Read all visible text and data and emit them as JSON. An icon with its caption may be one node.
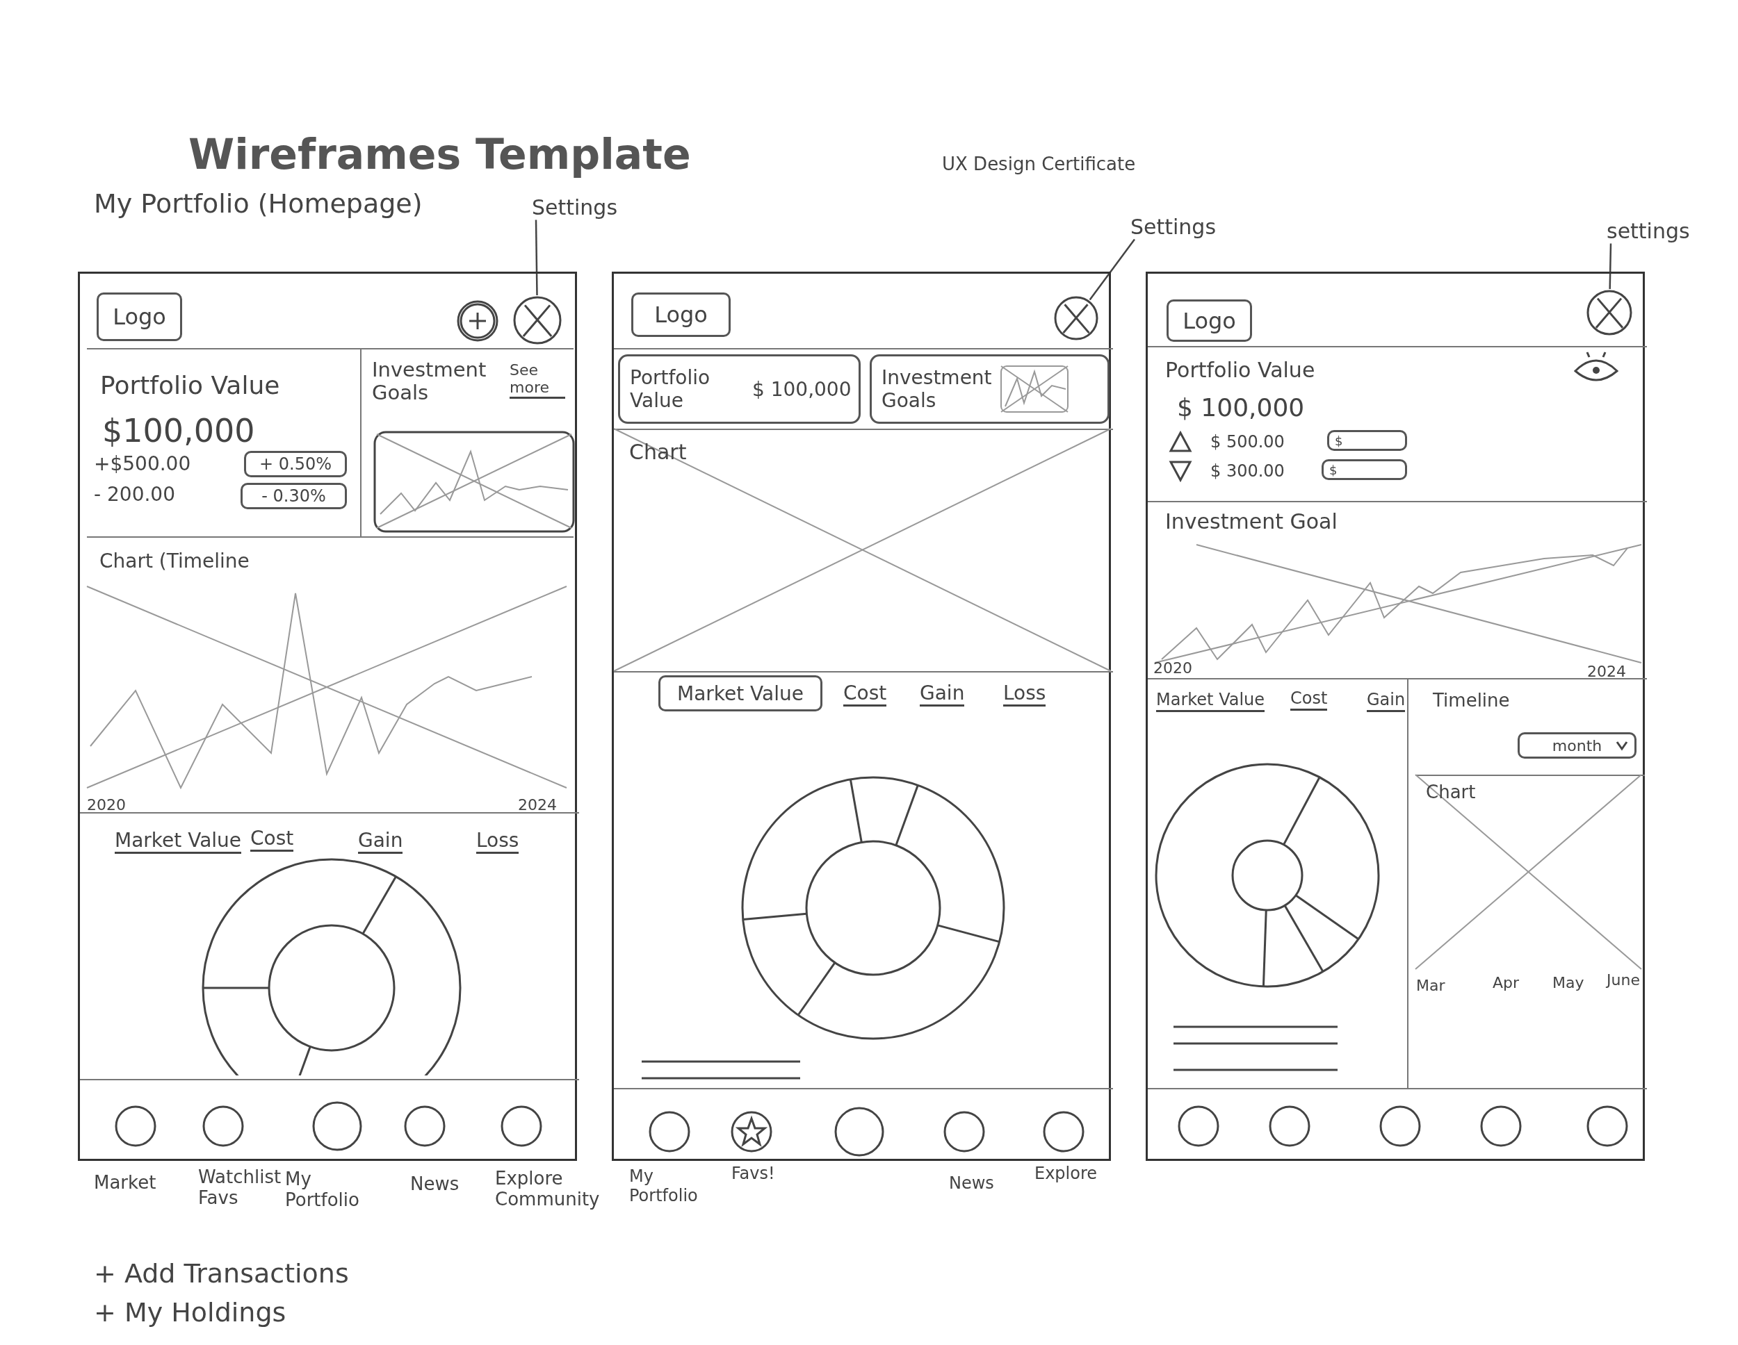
{
  "diagram": {
    "title": "Wireframes Template",
    "nodes": [
      {
        "text": [
          "Settings"
        ]
      },
      {
        "text": [
          "Settings"
        ]
      },
      {
        "text": [
          "settings"
        ]
      },
      {
        "text": [],
        "shape": "box"
      },
      {
        "text": [
          "Logo"
        ],
        "in": 3
      },
      {
        "text": [],
        "shape": "circle",
        "in": 3
      },
      {
        "text": [
          "+ 0.50%"
        ],
        "in": 3
      },
      {
        "text": [
          "- 0.30%"
        ],
        "in": 3
      },
      {
        "text": [],
        "shape": "box"
      },
      {
        "text": [
          "Logo"
        ],
        "in": 8
      },
      {
        "text": [],
        "shape": "circle",
        "in": 8
      },
      {
        "text": [
          "Portfolio Value",
          "$ 100,000"
        ],
        "in": 8
      },
      {
        "text": [
          "Investment Goals"
        ],
        "in": 8
      },
      {
        "text": [
          "Market Value"
        ],
        "in": 8
      },
      {
        "text": [],
        "shape": "box"
      },
      {
        "text": [
          "Logo"
        ],
        "in": 14
      },
      {
        "text": [],
        "shape": "circle",
        "in": 14
      },
      {
        "text": [
          "$"
        ],
        "in": 14
      },
      {
        "text": [
          "$"
        ],
        "in": 14
      },
      {
        "text": [
          "month"
        ],
        "in": 14
      }
    ],
    "edges": [
      {
        "from": 0,
        "to": 5,
        "arrow": "none"
      },
      {
        "from": 1,
        "to": 10,
        "arrow": "none"
      },
      {
        "from": 2,
        "to": 16,
        "arrow": "none"
      }
    ],
    "labels": [
      "UX Design Certificate",
      "My Portfolio (Homepage)",
      "Portfolio Value",
      "$100,000",
      "+$500.00",
      "- 200.00",
      "Investment Goals",
      "See more",
      "Chart (Timeline",
      "2020",
      "2024",
      "Market Value",
      "Cost",
      "Gain",
      "Loss",
      "Market",
      "Watchlist Favs",
      "My Portfolio",
      "News",
      "Explore Community",
      "Chart",
      "Cost",
      "Gain",
      "Loss",
      "My Portfolio",
      "Favs!",
      "News",
      "Explore",
      "Portfolio Value",
      "$ 100,000",
      "$ 500.00",
      "$ 300.00",
      "Investment Goal",
      "2020",
      "2024",
      "Market Value",
      "Cost",
      "Gain",
      "Timeline",
      "Chart",
      "Mar",
      "Apr",
      "May",
      "June",
      "+ Add Transactions",
      "+ My Holdings"
    ]
  }
}
